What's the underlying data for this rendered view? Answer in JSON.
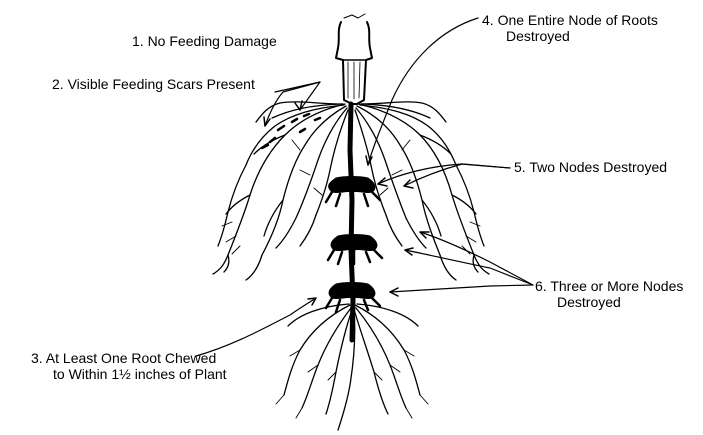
{
  "labels": {
    "no_feeding_damage": {
      "lines": [
        "1.  No Feeding Damage"
      ]
    },
    "visible_feeding_scars": {
      "lines": [
        "2.  Visible Feeding Scars Present"
      ]
    },
    "one_root_chewed": {
      "lines": [
        "3.  At Least One Root Chewed",
        "to Within 1½ inches of Plant"
      ]
    },
    "one_node_destroyed": {
      "lines": [
        "4.  One Entire Node of Roots",
        "Destroyed"
      ]
    },
    "two_nodes_destroyed": {
      "lines": [
        "5.  Two Nodes Destroyed"
      ]
    },
    "three_or_more_nodes_destroyed": {
      "lines": [
        "6.  Three or More Nodes",
        "Destroyed"
      ]
    }
  },
  "colors": {
    "ink": "#000000",
    "background": "#ffffff"
  }
}
